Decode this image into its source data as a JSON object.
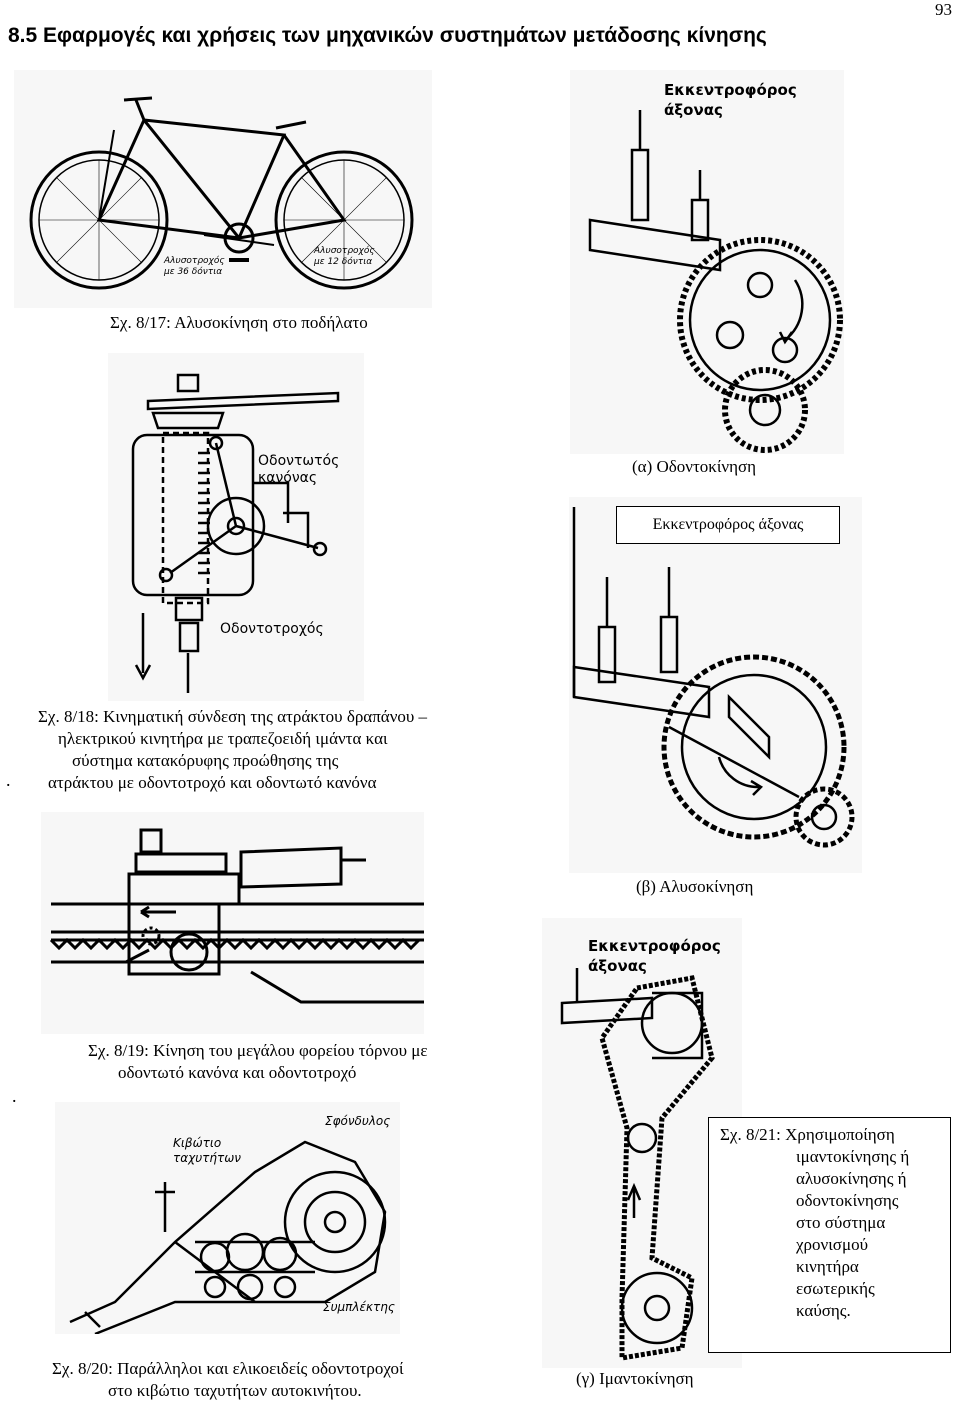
{
  "header": {
    "title": "8.5  Εφαρμογές και χρήσεις των μηχανικών συστημάτων μετάδοσης κίνησης",
    "page_number": "93"
  },
  "figures": {
    "fig17": {
      "caption": "Σχ. 8/17: Αλυσοκίνηση στο ποδήλατο",
      "label_left": [
        "Αλυσοτροχός",
        "με 36 δόντια"
      ],
      "label_right": [
        "Αλυσοτροχός",
        "με 12 δόντια"
      ]
    },
    "fig18": {
      "caption_lines": [
        "Σχ. 8/18: Κινηματική σύνδεση της ατράκτου δραπάνου –",
        "ηλεκτρικού κινητήρα με τραπεζοειδή ιμάντα και",
        "σύστημα κατακόρυφης προώθησης της",
        "ατράκτου με οδοντοτροχό και οδοντωτό κανόνα"
      ],
      "label_rack": [
        "Οδοντωτός",
        "κανόνας"
      ],
      "label_gear": "Οδοντοτροχός"
    },
    "fig19": {
      "caption_lines": [
        "Σχ. 8/19: Κίνηση του μεγάλου φορείου τόρνου με",
        "οδοντωτό κανόνα και οδοντοτροχό"
      ]
    },
    "fig20": {
      "caption_lines": [
        "Σχ. 8/20: Παράλληλοι και ελικοειδείς οδοντοτροχοί",
        "στο κιβώτιο ταχυτήτων αυτοκινήτου."
      ],
      "label_gearbox": [
        "Κιβώτιο",
        "ταχυτήτων"
      ],
      "label_flywheel": "Σφόνδυλος",
      "label_clutch": "Συμπλέκτης"
    },
    "fig_a": {
      "caption": "(α) Οδοντοκίνηση",
      "label_camshaft": [
        "Εκκεντροφόρος",
        "άξονας"
      ]
    },
    "fig_b": {
      "boxed_label": "Εκκεντροφόρος άξονας",
      "caption": "(β) Αλυσοκίνηση"
    },
    "fig_c": {
      "label_camshaft": [
        "Εκκεντροφόρος",
        "άξονας"
      ],
      "caption": "(γ) Ιμαντοκίνηση"
    },
    "fig21": {
      "caption_lines": [
        "Σχ. 8/21: Χρησιμοποίηση",
        "ιμαντοκίνησης ή",
        "αλυσοκίνησης ή",
        "οδοντοκίνησης",
        "στο σύστημα",
        "χρονισμού",
        "κινητήρα",
        "εσωτερικής",
        "καύσης."
      ]
    },
    "stray_marks": [
      ".",
      "."
    ]
  }
}
